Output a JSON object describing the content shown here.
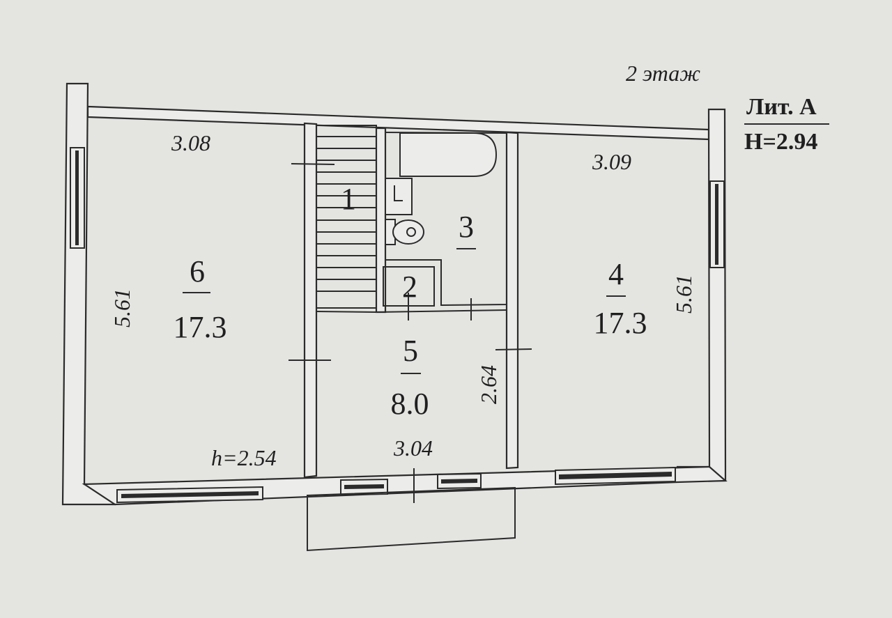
{
  "header": {
    "floor": "2 этаж",
    "lit": "Лит. А",
    "height": "H=2.94"
  },
  "rooms": [
    {
      "number": "6",
      "area": "17.3"
    },
    {
      "number": "1",
      "area": ""
    },
    {
      "number": "3",
      "area": ""
    },
    {
      "number": "2",
      "area": ""
    },
    {
      "number": "5",
      "area": "8.0"
    },
    {
      "number": "4",
      "area": "17.3"
    }
  ],
  "dimensions": {
    "room6_width": "3.08",
    "room6_length": "5.61",
    "room6_height": "h=2.54",
    "room4_width": "3.09",
    "room4_length": "5.61",
    "room5_width": "3.04",
    "room5_length": "2.64"
  },
  "colors": {
    "paper": "#e4e4e1",
    "ink": "#2b2b2b"
  }
}
